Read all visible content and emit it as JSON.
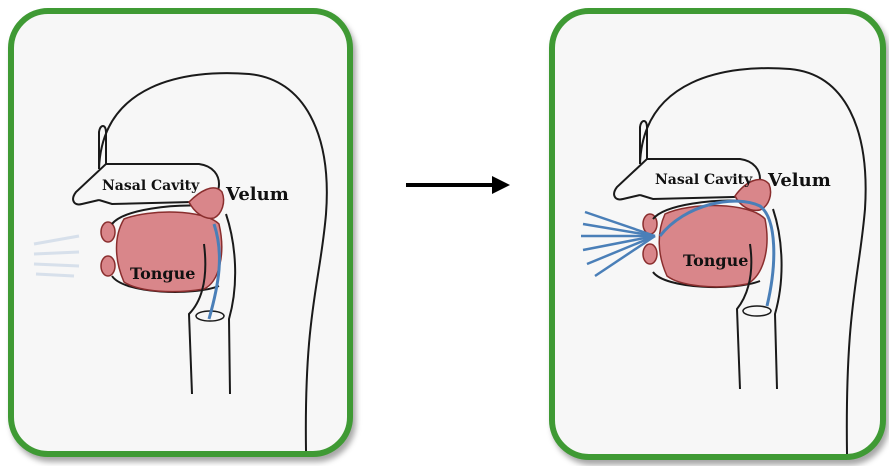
{
  "panels": [
    {
      "labels": {
        "nasal": "Nasal Cavity",
        "velum": "Velum",
        "tongue": "Tongue"
      }
    },
    {
      "labels": {
        "nasal": "Nasal Cavity",
        "velum": "Velum",
        "tongue": "Tongue"
      }
    }
  ],
  "colors": {
    "frame": "#3f9a34",
    "tissue": "#d9868a",
    "airflow": "#4a7fb8",
    "outline": "#1a1a1a"
  },
  "icons": {
    "transition": "right-arrow-icon"
  }
}
